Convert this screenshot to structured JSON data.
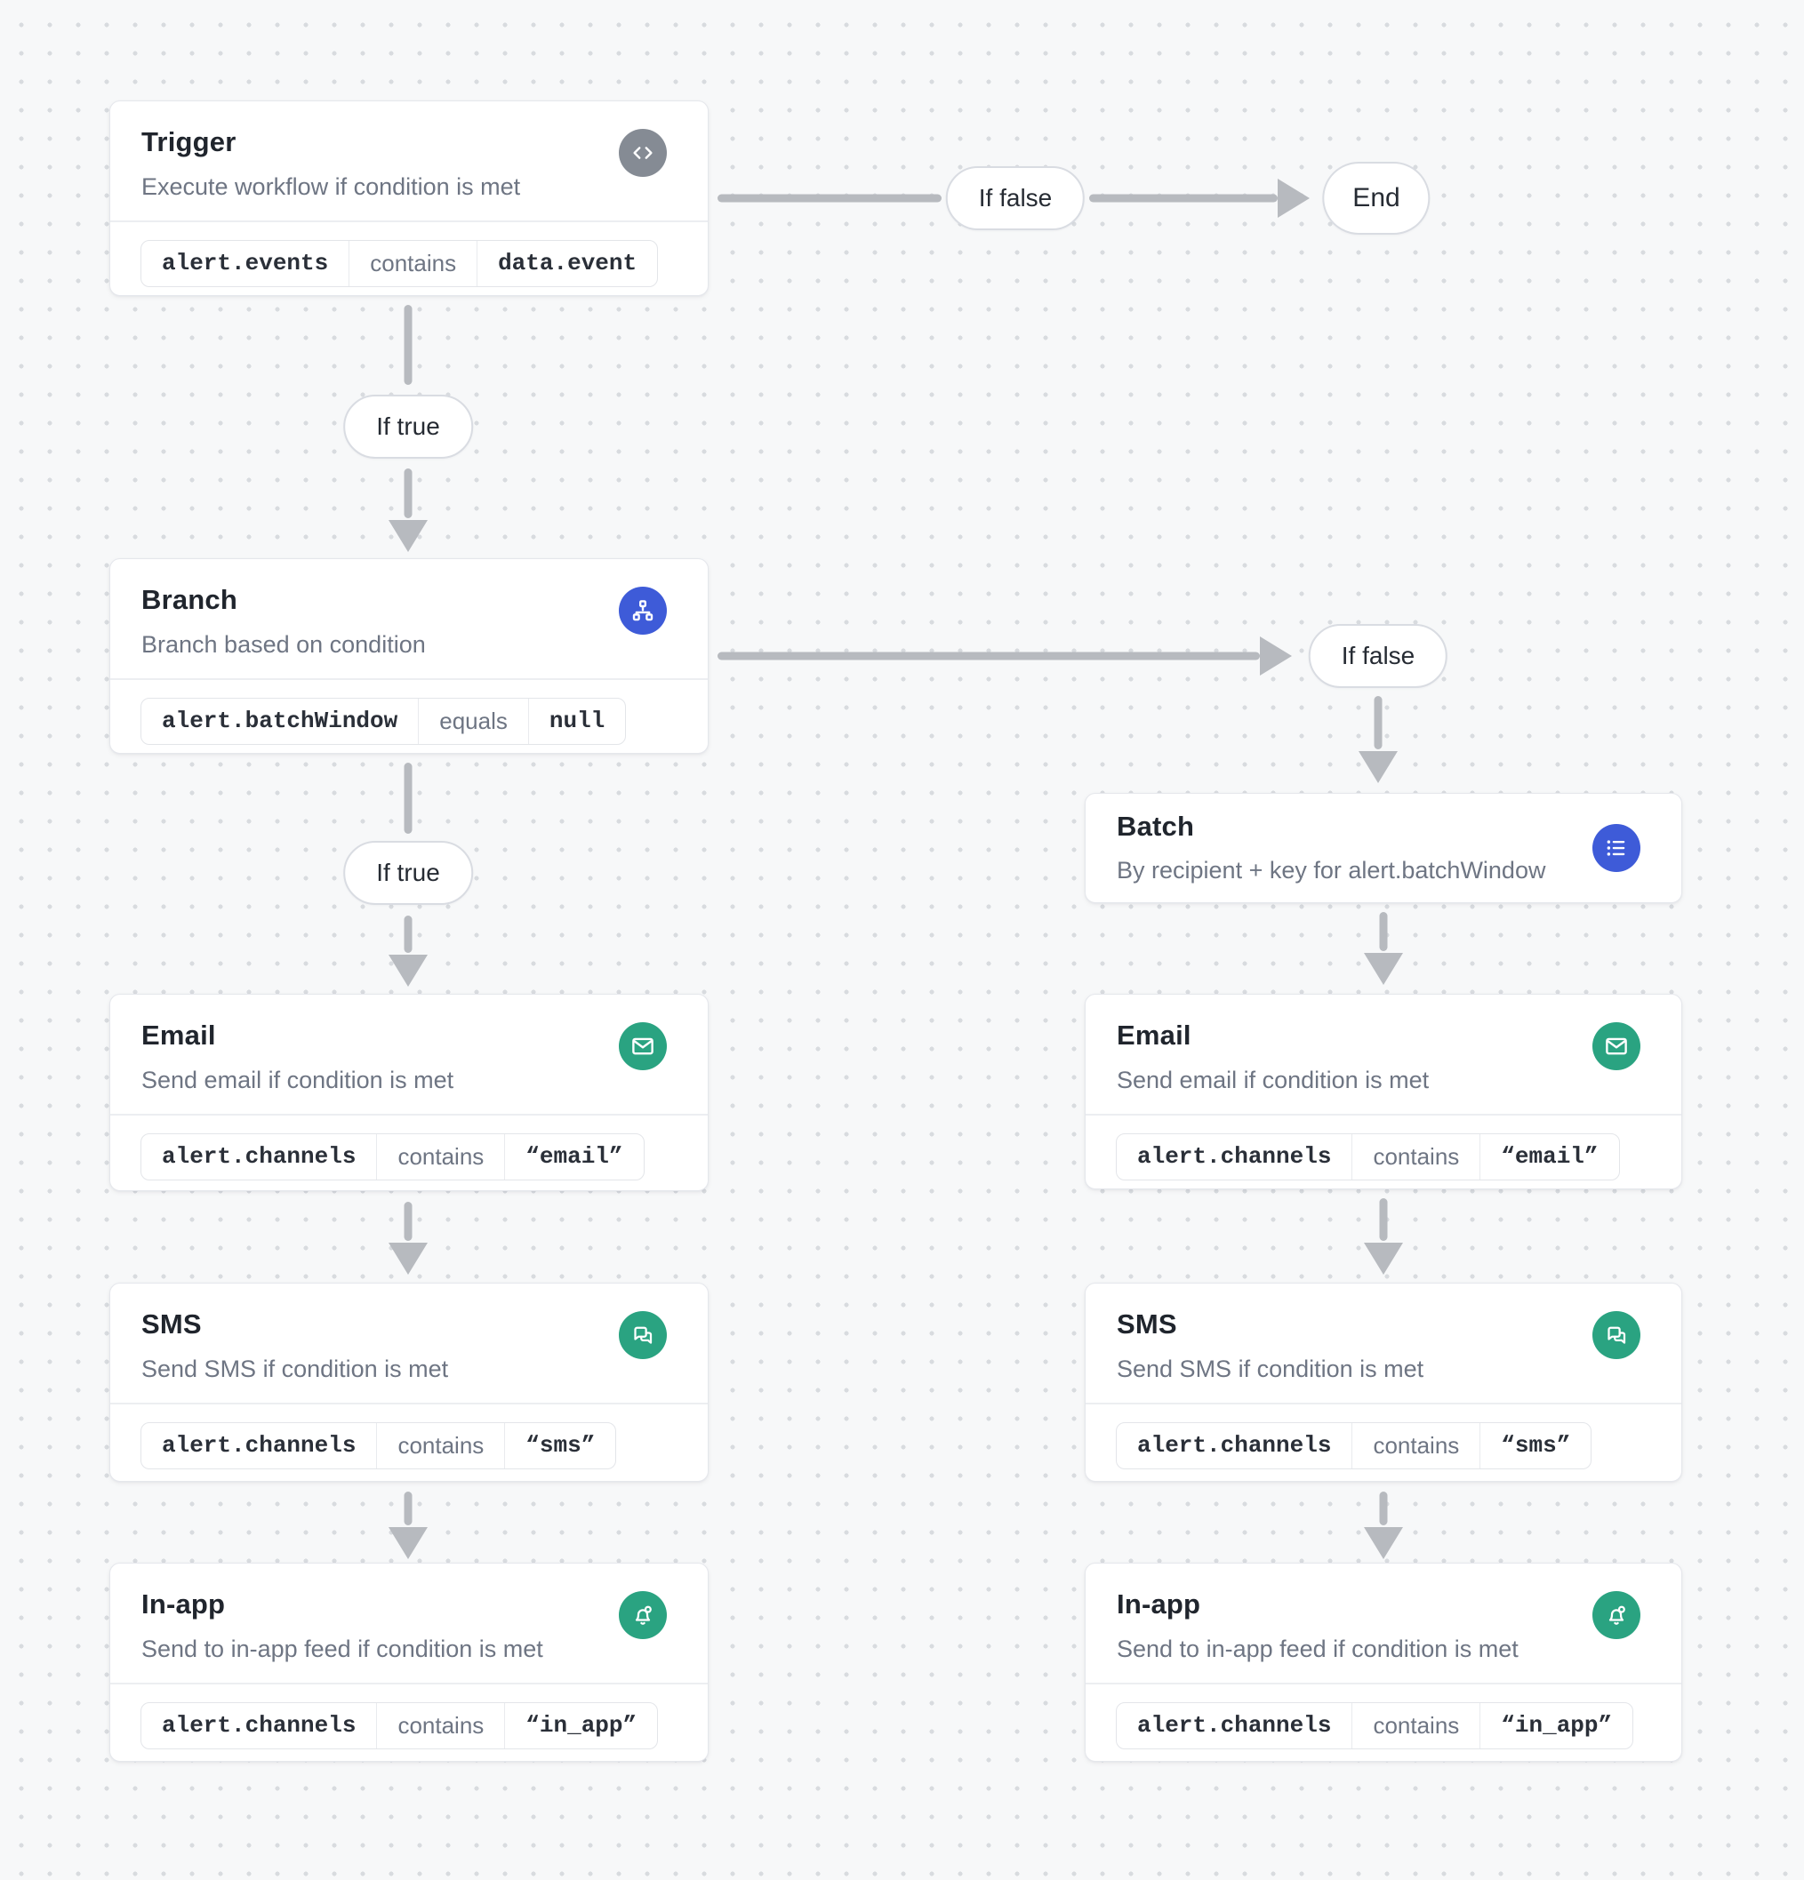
{
  "colors": {
    "canvas_bg": "#f7f8f9",
    "dot_grid": "#d8dbdf",
    "edge_gray": "#b7babf",
    "icon_gray": "#858b94",
    "accent_blue": "#3e5bd8",
    "accent_green": "#2aa381"
  },
  "nodes": {
    "trigger": {
      "title": "Trigger",
      "subtitle": "Execute workflow if condition is met",
      "icon": "code-icon",
      "condition": {
        "left": "alert.events",
        "op": "contains",
        "right": "data.event"
      }
    },
    "branch": {
      "title": "Branch",
      "subtitle": "Branch based on condition",
      "icon": "sitemap-icon",
      "condition": {
        "left": "alert.batchWindow",
        "op": "equals",
        "right": "null"
      }
    },
    "batch": {
      "title": "Batch",
      "subtitle": "By recipient + key for alert.batchWindow",
      "icon": "list-icon"
    },
    "email": {
      "title": "Email",
      "subtitle": "Send email if condition is met",
      "icon": "envelope-icon",
      "condition": {
        "left": "alert.channels",
        "op": "contains",
        "right": "“email”"
      }
    },
    "sms": {
      "title": "SMS",
      "subtitle": "Send SMS if condition is met",
      "icon": "chat-bubbles-icon",
      "condition": {
        "left": "alert.channels",
        "op": "contains",
        "right": "“sms”"
      }
    },
    "inapp": {
      "title": "In-app",
      "subtitle": "Send to in-app feed if condition is met",
      "icon": "bell-icon",
      "condition": {
        "left": "alert.channels",
        "op": "contains",
        "right": "“in_app”"
      }
    }
  },
  "edge_labels": {
    "if_true": "If true",
    "if_false": "If false",
    "end": "End"
  }
}
